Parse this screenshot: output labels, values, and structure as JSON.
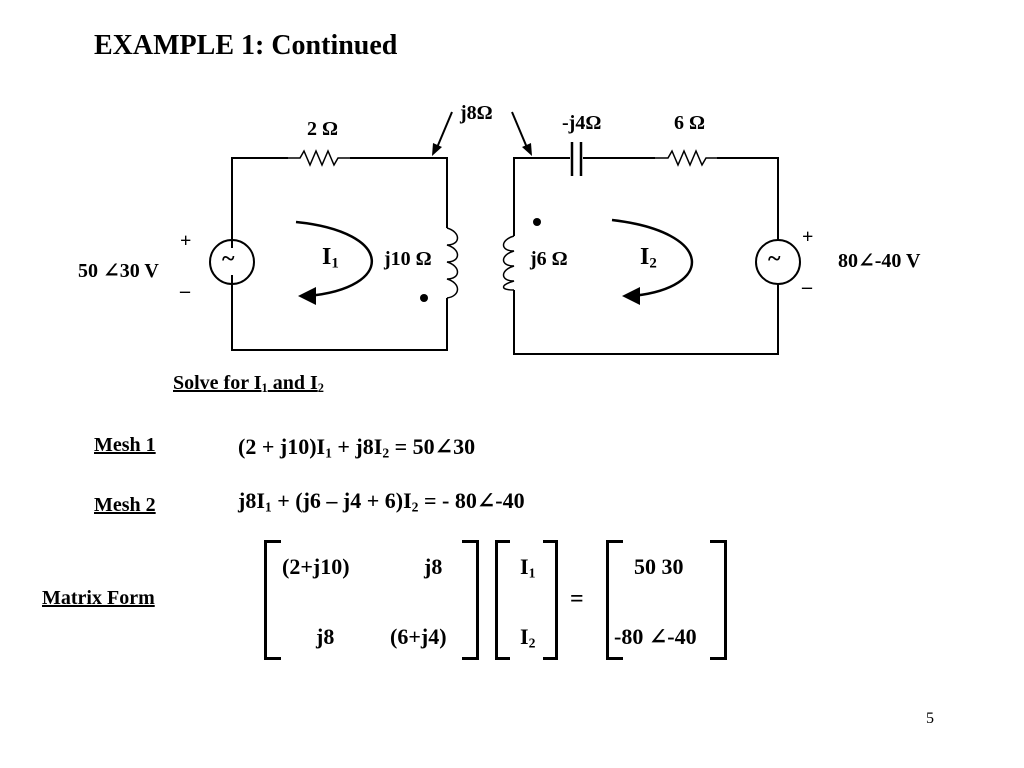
{
  "title": "EXAMPLE  1:  Continued",
  "circuit": {
    "r1": "2 Ω",
    "mutual": "j8Ω",
    "cap": "-j4Ω",
    "r2": "6 Ω",
    "src1": "50 ∠30 V",
    "src2": "80∠-40 V",
    "plus": "+",
    "minus": "–",
    "i1_main": "I",
    "i1_sub": "1",
    "i2_main": "I",
    "i2_sub": "2",
    "l1": "j10 Ω",
    "l2": "j6 Ω",
    "tilde": "~"
  },
  "solve": {
    "prefix": "Solve for I",
    "s1": "1",
    "mid": " and I",
    "s2": "2"
  },
  "mesh1": {
    "label": "Mesh 1",
    "p1": "(2 + j10)I",
    "s1": "1",
    "p2": " + j8I",
    "s2": "2",
    "p3": " = 50∠30"
  },
  "mesh2": {
    "label": "Mesh 2",
    "p1": "j8I",
    "s1": "1",
    "p2": " + (j6 – j4 + 6)I",
    "s2": "2",
    "p3": "  =  - 80∠-40"
  },
  "matrix": {
    "label": "Matrix Form",
    "a11": "(2+j10)",
    "a12": "j8",
    "a21": "j8",
    "a22": "(6+j4)",
    "x1": "I",
    "x1s": "1",
    "x2": "I",
    "x2s": "2",
    "eq": "=",
    "b1": "50 30",
    "b2": "-80 ∠-40"
  },
  "page_number": "5"
}
